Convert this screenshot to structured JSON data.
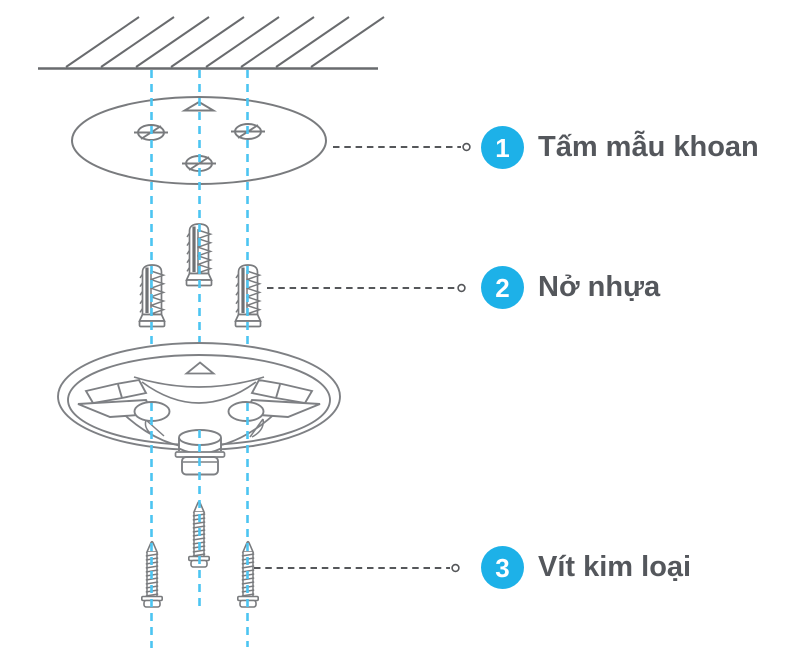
{
  "diagram": {
    "callouts": [
      {
        "number": "1",
        "label": "Tấm mẫu khoan",
        "part": "drill-template"
      },
      {
        "number": "2",
        "label": "Nở nhựa",
        "part": "wall-anchor"
      },
      {
        "number": "3",
        "label": "Vít kim loại",
        "part": "metal-screw"
      }
    ],
    "colors": {
      "badge_blue": "#1db1e8",
      "guide_line_cyan": "#4cc5f2",
      "outline_gray": "#7a7c7f",
      "label_text": "#54575c"
    }
  }
}
